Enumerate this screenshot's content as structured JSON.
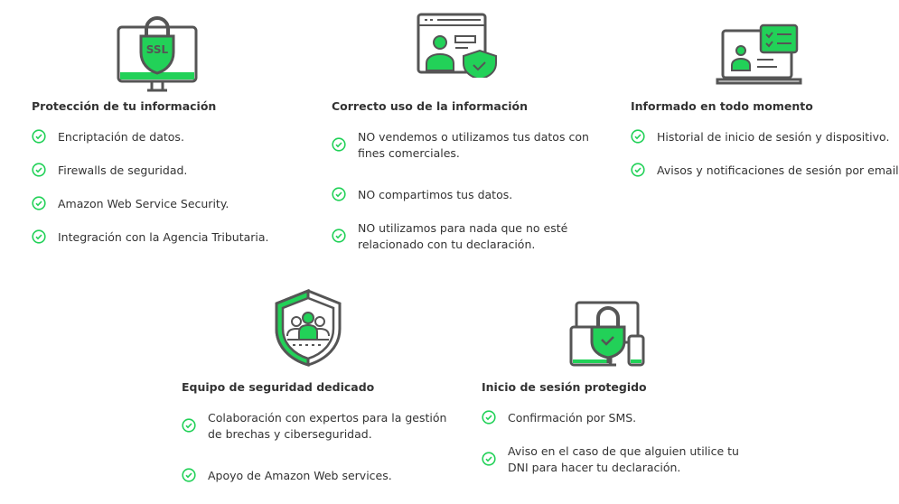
{
  "colors": {
    "accent": "#22d158",
    "icon_stroke": "#555555",
    "text": "#333333"
  },
  "sections": [
    {
      "title": "Protección de tu información",
      "icon": "ssl-monitor-icon",
      "items": [
        "Encriptación de datos.",
        "Firewalls de seguridad.",
        "Amazon Web Service Security.",
        "Integración con la Agencia Tributaria."
      ]
    },
    {
      "title": "Correcto uso de la información",
      "icon": "user-profile-shield-icon",
      "items": [
        "NO vendemos o utilizamos tus datos con fines comerciales.",
        "NO compartimos tus datos.",
        "NO utilizamos para nada que no esté relacionado con tu declaración."
      ]
    },
    {
      "title": "Informado en todo momento",
      "icon": "laptop-notification-icon",
      "items": [
        "Historial de inicio de sesión y dispositivo.",
        "Avisos y notificaciones de sesión por email."
      ]
    },
    {
      "title": "Equipo de seguridad dedicado",
      "icon": "team-shield-icon",
      "items": [
        "Colaboración con expertos para la gestión de brechas y ciberseguridad.",
        "Apoyo de Amazon Web services."
      ]
    },
    {
      "title": "Inicio de sesión protegido",
      "icon": "devices-lock-icon",
      "items": [
        "Confirmación por SMS.",
        "Aviso en el caso de que alguien utilice tu DNI para hacer tu declaración."
      ]
    }
  ],
  "ssl_label": "SSL"
}
